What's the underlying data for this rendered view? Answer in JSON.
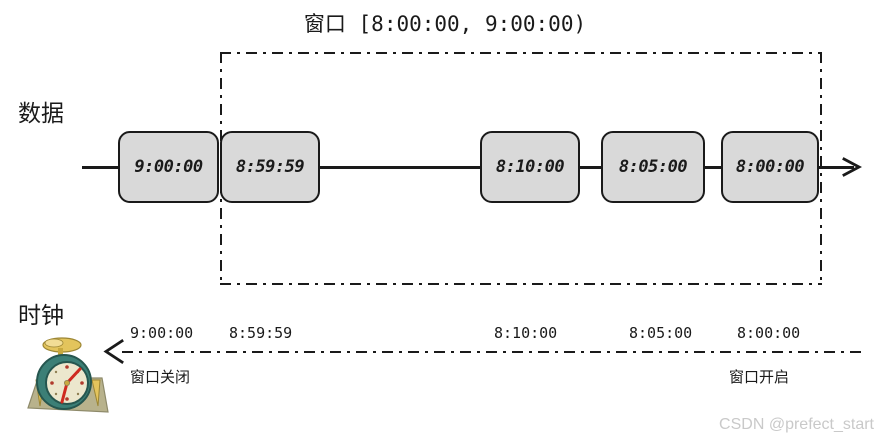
{
  "diagram": {
    "window_title": "窗口 [8:00:00, 9:00:00)",
    "data_axis_label": "数据",
    "clock_axis_label": "时钟",
    "data_events": [
      {
        "label": "9:00:00"
      },
      {
        "label": "8:59:59"
      },
      {
        "label": "8:10:00"
      },
      {
        "label": "8:05:00"
      },
      {
        "label": "8:00:00"
      }
    ],
    "clock_ticks": [
      {
        "label": "9:00:00"
      },
      {
        "label": "8:59:59"
      },
      {
        "label": "8:10:00"
      },
      {
        "label": "8:05:00"
      },
      {
        "label": "8:00:00"
      }
    ],
    "window_close_label": "窗口关闭",
    "window_open_label": "窗口开启",
    "clock_icon_name": "alarm-clock-icon",
    "data_arrow_name": "arrow-right-icon",
    "clock_arrow_name": "arrow-left-icon",
    "colors": {
      "box_fill": "#d9d9d9",
      "stroke": "#1a1a1a",
      "watermark": "#c9c9c9",
      "clock_body": "#3c7f76",
      "clock_face": "#ece7cd",
      "clock_hand": "#cf2a20",
      "clock_stand": "#b8b28c",
      "clock_bell": "#e3c45c"
    }
  },
  "watermark": {
    "text": "CSDN @prefect_start"
  }
}
